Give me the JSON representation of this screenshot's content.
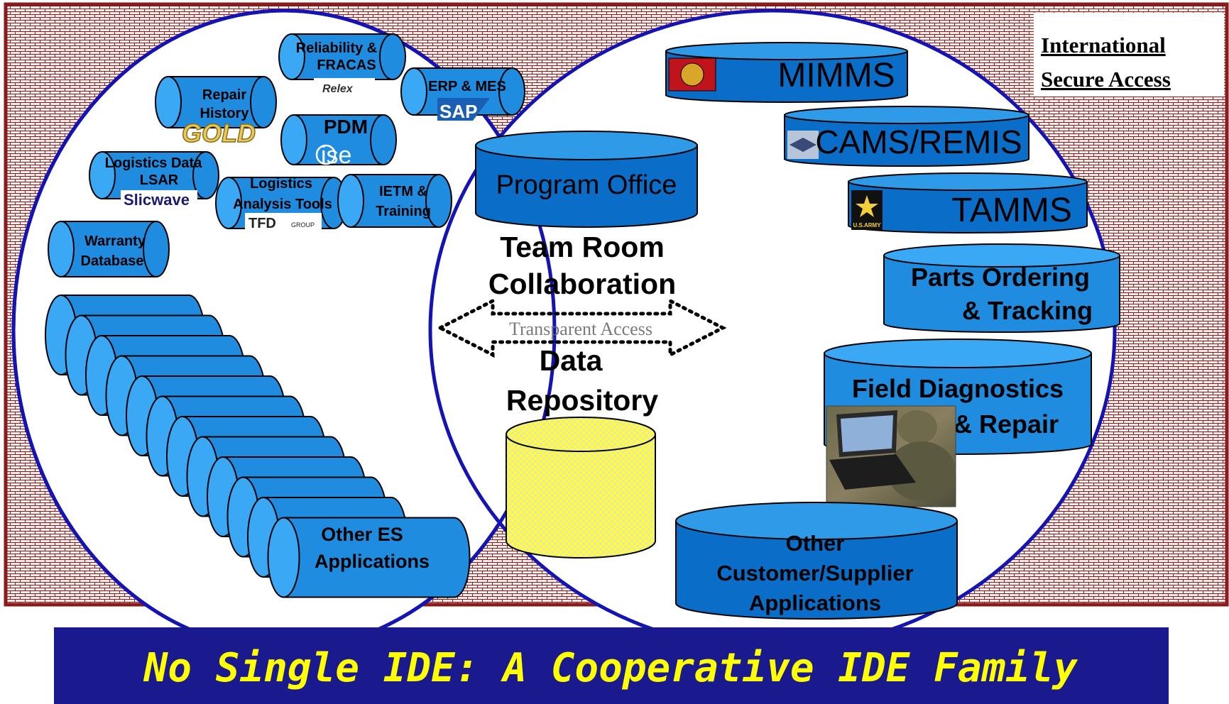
{
  "corner_label": {
    "line1": "International",
    "line2": "Secure Access"
  },
  "left_circle": {
    "apps": [
      {
        "id": "reliability",
        "line1": "Reliability &",
        "line2": "FRACAS",
        "logo": "Relex"
      },
      {
        "id": "erp",
        "line1": "ERP & MES",
        "logo": "SAP"
      },
      {
        "id": "repair",
        "line1": "Repair",
        "line2": "History",
        "logo": "GOLD"
      },
      {
        "id": "pdm",
        "line1": "PDM",
        "logo": "ise"
      },
      {
        "id": "lsar",
        "line1": "Logistics Data",
        "line2": "LSAR",
        "logo": "Slicwave"
      },
      {
        "id": "logtools",
        "line1": "Logistics",
        "line2": "Analysis Tools",
        "logo": "TFD",
        "logo_sub": "GROUP"
      },
      {
        "id": "ietm",
        "line1": "IETM &",
        "line2": "Training"
      },
      {
        "id": "warranty",
        "line1": "Warranty",
        "line2": "Database"
      }
    ],
    "stack": {
      "line1": "Other ES",
      "line2": "Applications",
      "count": 12
    }
  },
  "center": {
    "program_office": "Program Office",
    "team_room_1": "Team Room",
    "team_room_2": "Collaboration",
    "transparent_access": "Transparent Access",
    "data_1": "Data",
    "data_2": "Repository"
  },
  "right_circle": {
    "mimms": "MIMMS",
    "cams": "CAMS/REMIS",
    "tamms": "TAMMS",
    "tamms_badge": "U.S.ARMY",
    "parts_1": "Parts Ordering",
    "parts_2": "& Tracking",
    "field_1": "Field Diagnostics",
    "field_2": "& Repair",
    "other_1": "Other",
    "other_2": "Customer/Supplier",
    "other_3": "Applications"
  },
  "banner": "No Single IDE: A Cooperative IDE Family",
  "colors": {
    "cylinder_blue": "#1f8ce0",
    "cylinder_top": "#3aa8f5",
    "dark_cylinder": "#0a6ec8",
    "circle_stroke": "#1414b4",
    "brick": "#8b1a1a",
    "banner_bg": "#1a1a8e",
    "banner_text": "#ffff00",
    "yellow_db": "#ffff33"
  }
}
